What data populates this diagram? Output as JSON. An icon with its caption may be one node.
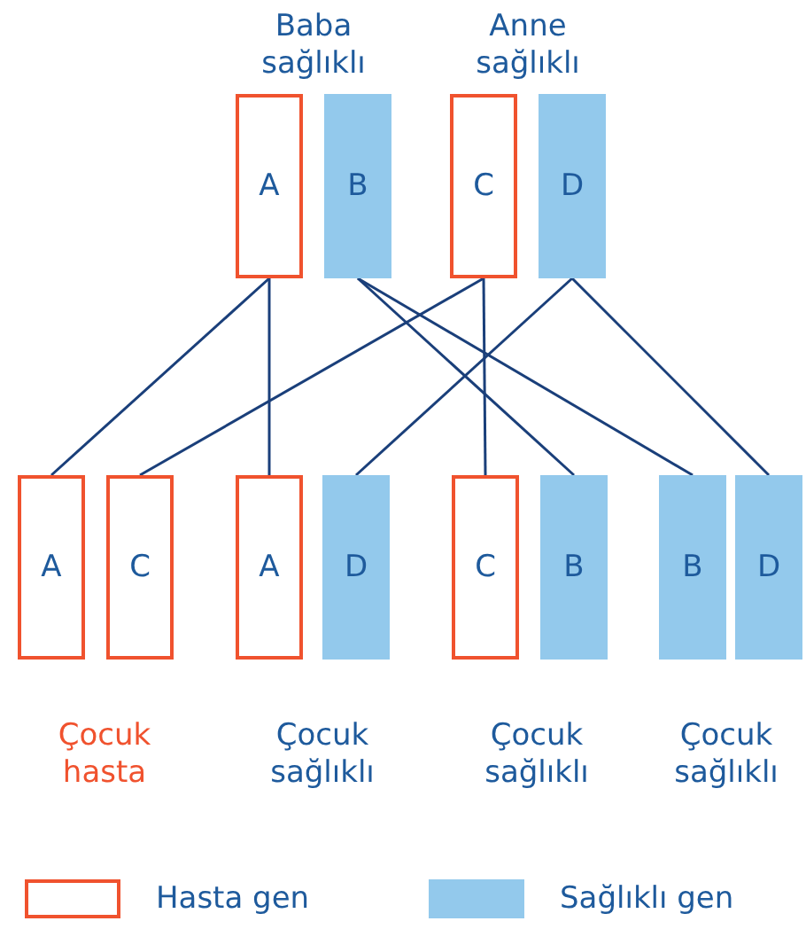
{
  "diagram": {
    "nodes": [
      {
        "text": [
          "A"
        ]
      },
      {
        "text": [
          "B"
        ]
      },
      {
        "text": [
          "C"
        ]
      },
      {
        "text": [
          "D"
        ]
      },
      {
        "text": [
          "A"
        ]
      },
      {
        "text": [
          "C"
        ]
      },
      {
        "text": [
          "A"
        ]
      },
      {
        "text": [
          "D"
        ]
      },
      {
        "text": [
          "C"
        ]
      },
      {
        "text": [
          "B"
        ]
      },
      {
        "text": [
          "B"
        ]
      },
      {
        "text": [
          "D"
        ]
      }
    ],
    "edges": [
      {
        "from": 0,
        "to": 4,
        "arrow": "none"
      },
      {
        "from": 0,
        "to": 6,
        "arrow": "none"
      },
      {
        "from": 1,
        "to": 9,
        "arrow": "none"
      },
      {
        "from": 1,
        "to": 10,
        "arrow": "none"
      },
      {
        "from": 2,
        "to": 5,
        "arrow": "none"
      },
      {
        "from": 2,
        "to": 8,
        "arrow": "none"
      },
      {
        "from": 3,
        "to": 7,
        "arrow": "none"
      },
      {
        "from": 3,
        "to": 11,
        "arrow": "none"
      }
    ],
    "labels": [
      "Baba sağlıklı",
      "Anne sağlıklı",
      "Çocuk hasta",
      "Çocuk sağlıklı",
      "Çocuk sağlıklı",
      "Çocuk sağlıklı"
    ],
    "legend": [
      {
        "text": "Hasta gen"
      },
      {
        "text": "Sağlıklı gen",
        "color": "#93c9ec"
      }
    ]
  }
}
